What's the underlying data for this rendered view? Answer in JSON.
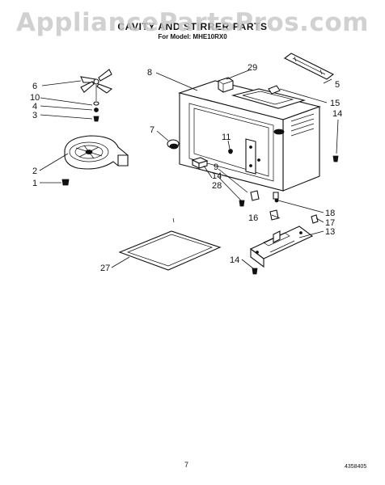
{
  "watermark": "AppliancePartsPros.com",
  "title": "CAVITY AND STIRRER PARTS",
  "model_line": "For Model: MHE10RX0",
  "callouts": [
    {
      "id": "callout-1",
      "text": "1"
    },
    {
      "id": "callout-2",
      "text": "2"
    },
    {
      "id": "callout-3",
      "text": "3"
    },
    {
      "id": "callout-4",
      "text": "4"
    },
    {
      "id": "callout-5",
      "text": "5"
    },
    {
      "id": "callout-6",
      "text": "6"
    },
    {
      "id": "callout-7",
      "text": "7"
    },
    {
      "id": "callout-8",
      "text": "8"
    },
    {
      "id": "callout-9",
      "text": "9"
    },
    {
      "id": "callout-10",
      "text": "10"
    },
    {
      "id": "callout-11",
      "text": "11"
    },
    {
      "id": "callout-13",
      "text": "13"
    },
    {
      "id": "callout-14a",
      "text": "14"
    },
    {
      "id": "callout-14b",
      "text": "14"
    },
    {
      "id": "callout-14c",
      "text": "14"
    },
    {
      "id": "callout-15",
      "text": "15"
    },
    {
      "id": "callout-16",
      "text": "16"
    },
    {
      "id": "callout-17",
      "text": "17"
    },
    {
      "id": "callout-18",
      "text": "18"
    },
    {
      "id": "callout-27",
      "text": "27"
    },
    {
      "id": "callout-28",
      "text": "28"
    },
    {
      "id": "callout-29",
      "text": "29"
    }
  ],
  "footer": {
    "page_number": "7",
    "diagram_code": "4358405"
  }
}
